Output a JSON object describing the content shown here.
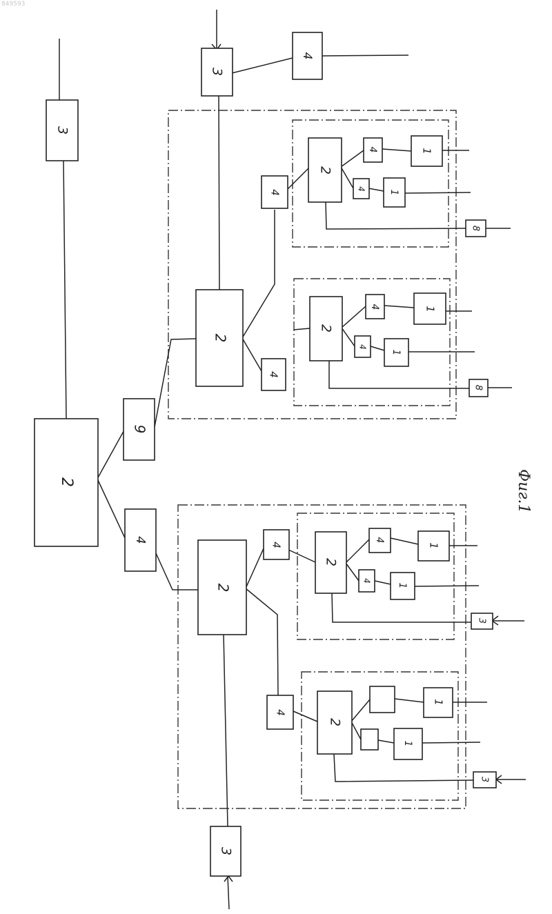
{
  "doc_number": "849593",
  "caption": "Фиг.1",
  "labels": {
    "main_controller": "2",
    "top_unit_3": "3",
    "top_right_unit_3": "3",
    "top_right_unit_4": "4",
    "unit_9": "9",
    "unit_4_lower_link": "4",
    "upper_group_controller": "2",
    "upper_group_link_a": "4",
    "upper_group_link_b": "4",
    "u1_controller": "2",
    "u1_link_a": "4",
    "u1_link_b": "4",
    "u1_device_a": "1",
    "u1_device_b": "1",
    "u1_unit_8": "8",
    "u2_controller": "2",
    "u2_link_a": "4",
    "u2_link_b": "4",
    "u2_device_a": "1",
    "u2_device_b": "1",
    "u2_unit_8": "8",
    "lower_group_controller": "2",
    "lower_group_link_a": "4",
    "lower_group_link_b": "4",
    "l1_controller": "2",
    "l1_link_a": "4",
    "l1_link_b": "4",
    "l1_device_a": "1",
    "l1_device_b": "1",
    "l1_unit_3": "3",
    "l2_controller": "2",
    "l2_device_a": "1",
    "l2_device_b": "1",
    "l2_unit_3": "3",
    "bottom_unit_3": "3"
  }
}
